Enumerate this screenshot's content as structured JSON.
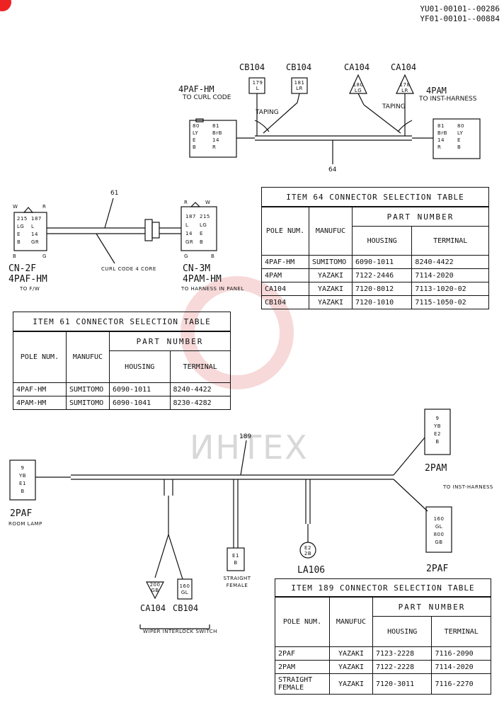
{
  "doc_ref": {
    "line1": "YU01-00101--00286",
    "line2": "YF01-00101--00884"
  },
  "watermark": "ИНТЕХ",
  "top_harness": {
    "cb104_a": "CB104",
    "cb104_b": "CB104",
    "ca104_a": "CA104",
    "ca104_b": "CA104",
    "left_conn": "4PAF-HM",
    "left_to": "TO CURL CODE",
    "right_conn": "4PAM",
    "right_to": "TO INST-HARNESS",
    "taping_l": "TAPING",
    "taping_r": "TAPING",
    "item": "64",
    "left_pins": [
      "80",
      "81",
      "LY",
      "BrB",
      "E",
      "14",
      "B",
      "R"
    ],
    "right_pins": [
      "81",
      "80",
      "BrB",
      "LY",
      "14",
      "E",
      "R",
      "B"
    ],
    "cb_pins_a": [
      "179",
      "L"
    ],
    "cb_pins_b": [
      "181",
      "LR"
    ],
    "ca_pins_a": [
      "180",
      "LG"
    ],
    "ca_pins_b": [
      "178",
      "LR"
    ]
  },
  "curl_harness": {
    "item": "61",
    "left_name": "CN-2F",
    "left_conn": "4PAF-HM",
    "left_to": "TO F/W",
    "right_name": "CN-3M",
    "right_conn": "4PAM-HM",
    "right_to": "TO HARNESS IN PANEL",
    "cord_label": "CURL CODE 4 CORE",
    "left_pins": [
      "215",
      "187",
      "LG",
      "L",
      "E",
      "14",
      "B",
      "GR"
    ],
    "right_pins": [
      "187",
      "215",
      "L",
      "LG",
      "14",
      "E",
      "GR",
      "B"
    ],
    "w1": "W",
    "r1": "R",
    "b1": "B",
    "g1": "G",
    "r2": "R",
    "w2": "W",
    "g2": "G",
    "b2": "B"
  },
  "table64": {
    "title": "ITEM 64 CONNECTOR SELECTION TABLE",
    "h_pole": "POLE NUM.",
    "h_manu": "MANUFUC",
    "h_pn": "PART NUMBER",
    "h_housing": "HOUSING",
    "h_terminal": "TERMINAL",
    "rows": [
      [
        "4PAF-HM",
        "SUMITOMO",
        "6090-1011",
        "8240-4422"
      ],
      [
        "4PAM",
        "YAZAKI",
        "7122-2446",
        "7114-2020"
      ],
      [
        "CA104",
        "YAZAKI",
        "7120-8012",
        "7113-1020-02"
      ],
      [
        "CB104",
        "YAZAKI",
        "7120-1010",
        "7115-1050-02"
      ]
    ]
  },
  "table61": {
    "title": "ITEM 61 CONNECTOR SELECTION TABLE",
    "h_pole": "POLE NUM.",
    "h_manu": "MANUFUC",
    "h_pn": "PART NUMBER",
    "h_housing": "HOUSING",
    "h_terminal": "TERMINAL",
    "rows": [
      [
        "4PAF-HM",
        "SUMITOMO",
        "6090-1011",
        "8240-4422"
      ],
      [
        "4PAM-HM",
        "SUMITOMO",
        "6090-1041",
        "8230-4282"
      ]
    ]
  },
  "bottom_harness": {
    "item": "189",
    "room_conn": "2PAF",
    "room_to": "ROOM LAMP",
    "room_pins": [
      "9",
      "YB",
      "E1",
      "B"
    ],
    "pam": "2PAM",
    "pam_to": "TO INST-HARNESS",
    "pam_pins": [
      "9",
      "YB",
      "E2",
      "B"
    ],
    "paf": "2PAF",
    "paf_pins": [
      "160",
      "GL",
      "800",
      "GB"
    ],
    "ca104": "CA104",
    "cb104": "CB104",
    "wiper": "WIPER INTERLOCK SWITCH",
    "ca_pins": [
      "200",
      "GB"
    ],
    "cb_pins": [
      "160",
      "GL"
    ],
    "straight1": "STRAIGHT",
    "straight2": "FEMALE",
    "st_pins": [
      "E1",
      "B"
    ],
    "la106": "LA106",
    "la_pins": [
      "E2",
      "2B"
    ]
  },
  "table189": {
    "title": "ITEM 189 CONNECTOR SELECTION TABLE",
    "h_pole": "POLE NUM.",
    "h_manu": "MANUFUC",
    "h_pn": "PART NUMBER",
    "h_housing": "HOUSING",
    "h_terminal": "TERMINAL",
    "rows": [
      [
        "2PAF",
        "YAZAKI",
        "7123-2228",
        "7116-2090"
      ],
      [
        "2PAM",
        "YAZAKI",
        "7122-2228",
        "7114-2020"
      ],
      [
        "STRAIGHT FEMALE",
        "YAZAKI",
        "7120-3011",
        "7116-2270"
      ]
    ]
  }
}
